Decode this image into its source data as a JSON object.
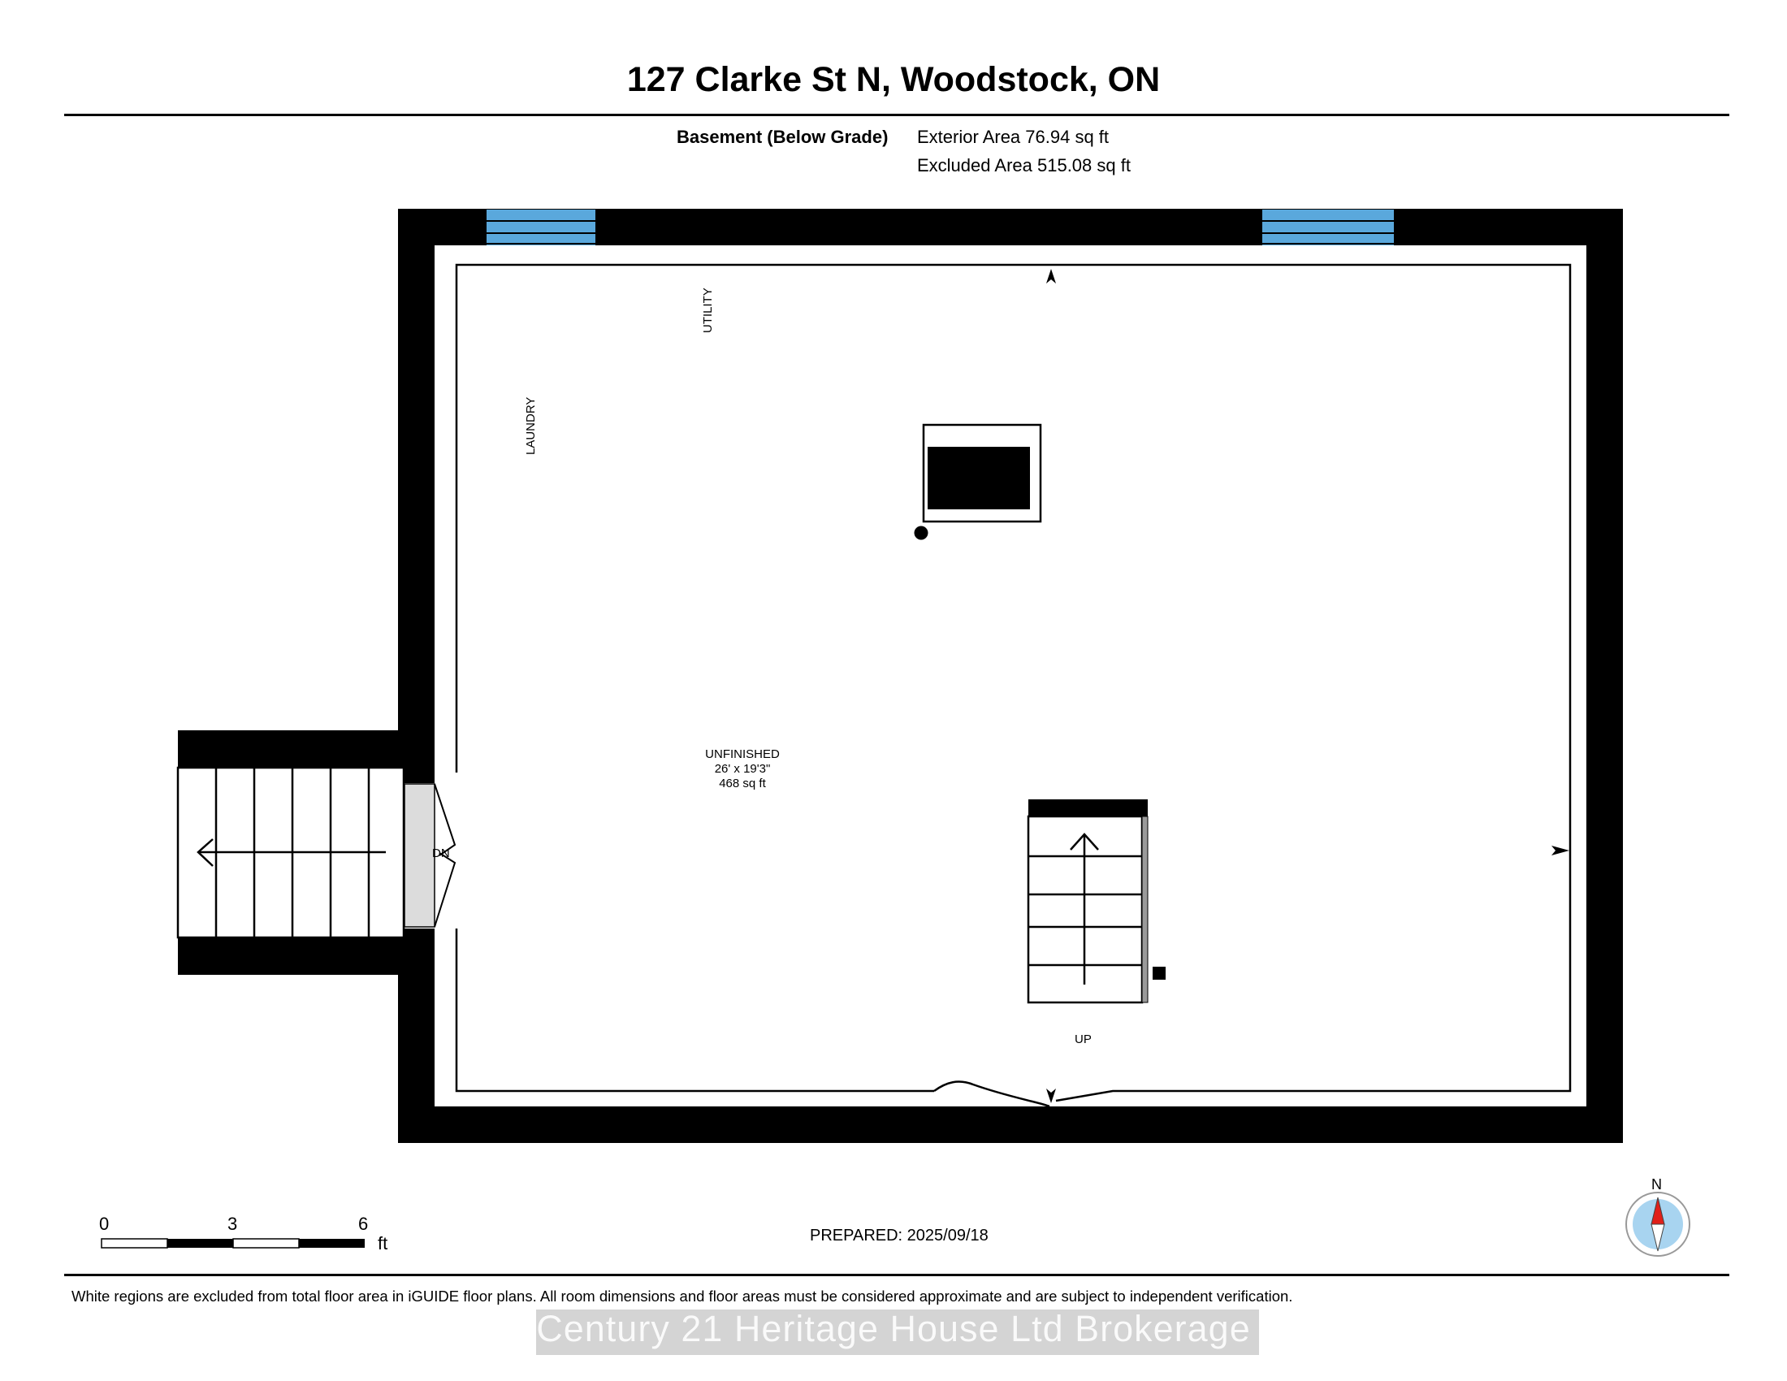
{
  "header": {
    "address_title": "127 Clarke St N, Woodstock, ON"
  },
  "floor_summary": {
    "floor_name": "Basement (Below Grade)",
    "exterior_area": "Exterior Area 76.94 sq ft",
    "excluded_area": "Excluded Area 515.08 sq ft"
  },
  "plan": {
    "room_labels": {
      "utility": "UTILITY",
      "laundry": "LAUNDRY",
      "stairs_up": "UP",
      "stairs_down_partial": "DN"
    },
    "main_room": {
      "name": "UNFINISHED",
      "dimensions": "26' x 19'3\"",
      "area": "468 sq ft"
    },
    "colors": {
      "wall": "#000000",
      "window": "#5aa8dc",
      "door_fill": "#dcdcdc",
      "handrail": "#9a9a9a"
    }
  },
  "scale_bar": {
    "ticks": [
      "0",
      "3",
      "6"
    ],
    "unit": "ft"
  },
  "compass": {
    "north_label": "N",
    "colors": {
      "north": "#e0201a",
      "south": "#ffffff",
      "ring_fill": "#a8d4f0"
    }
  },
  "footer": {
    "prepared": "PREPARED: 2025/09/18",
    "disclaimer": "White regions are excluded from total floor area in iGUIDE floor plans. All room dimensions and floor areas must be considered approximate and are subject to independent verification.",
    "watermark": "Century 21 Heritage House Ltd Brokerage"
  }
}
